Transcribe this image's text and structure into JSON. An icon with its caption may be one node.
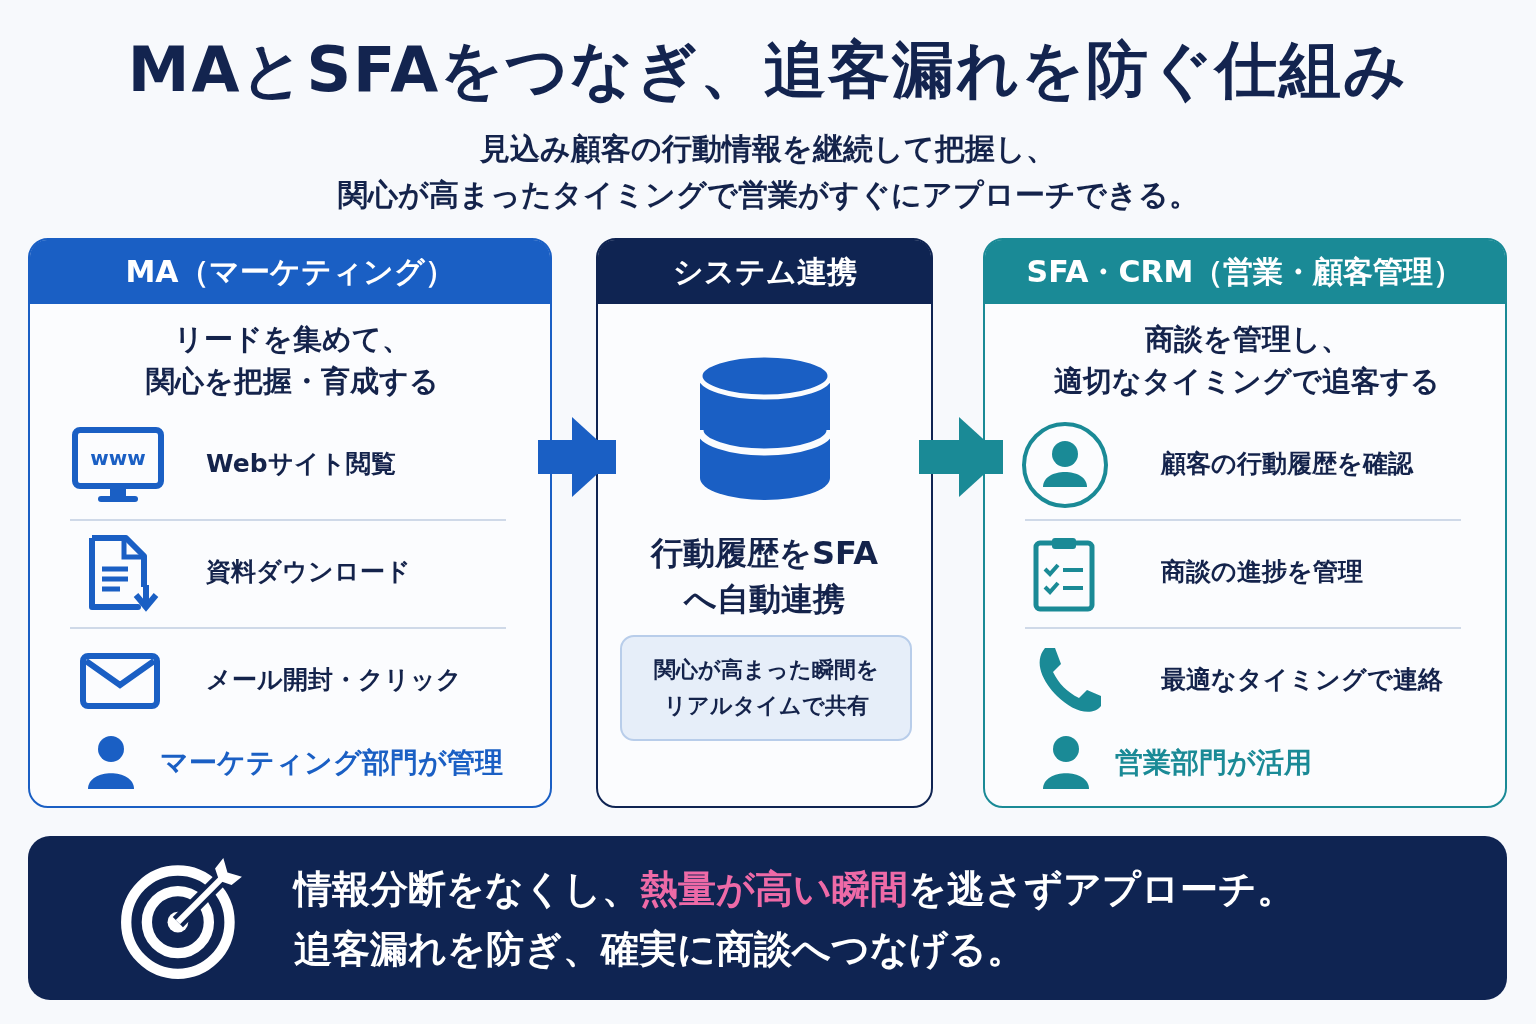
{
  "diagram": {
    "title": "MAとSFAをつなぎ、追客漏れを防ぐ仕組み",
    "nodes": [
      {
        "text": [
          "MA（マーケティング）",
          "リードを集めて、関心を把握・育成する",
          "Webサイト閲覧",
          "資料ダウンロード",
          "メール開封・クリック",
          "マーケティング部門が管理"
        ]
      },
      {
        "text": [
          "システム連携",
          "行動履歴をSFAへ自動連携"
        ]
      },
      {
        "text": [
          "関心が高まった瞬間をリアルタイムで共有"
        ],
        "in": 1
      },
      {
        "text": [
          "SFA・CRM（営業・顧客管理）",
          "商談を管理し、適切なタイミングで追客する",
          "顧客の行動履歴を確認",
          "商談の進捗を管理",
          "最適なタイミングで連絡",
          "営業部門が活用"
        ]
      },
      {
        "text": [
          "情報分断をなくし、**熱量が高い瞬間**を逃さずアプローチ。",
          "追客漏れを防ぎ、確実に商談へつなげる。"
        ]
      }
    ],
    "edges": [
      {
        "from": 0,
        "to": 1,
        "arrow": "to",
        "color": "#1a5fc4"
      },
      {
        "from": 1,
        "to": 3,
        "arrow": "to",
        "color": "#1a8a96"
      }
    ],
    "labels": [
      "見込み顧客の行動情報を継続して把握し、関心が高まったタイミングで営業がすぐにアプローチできる。",
      "www"
    ]
  }
}
